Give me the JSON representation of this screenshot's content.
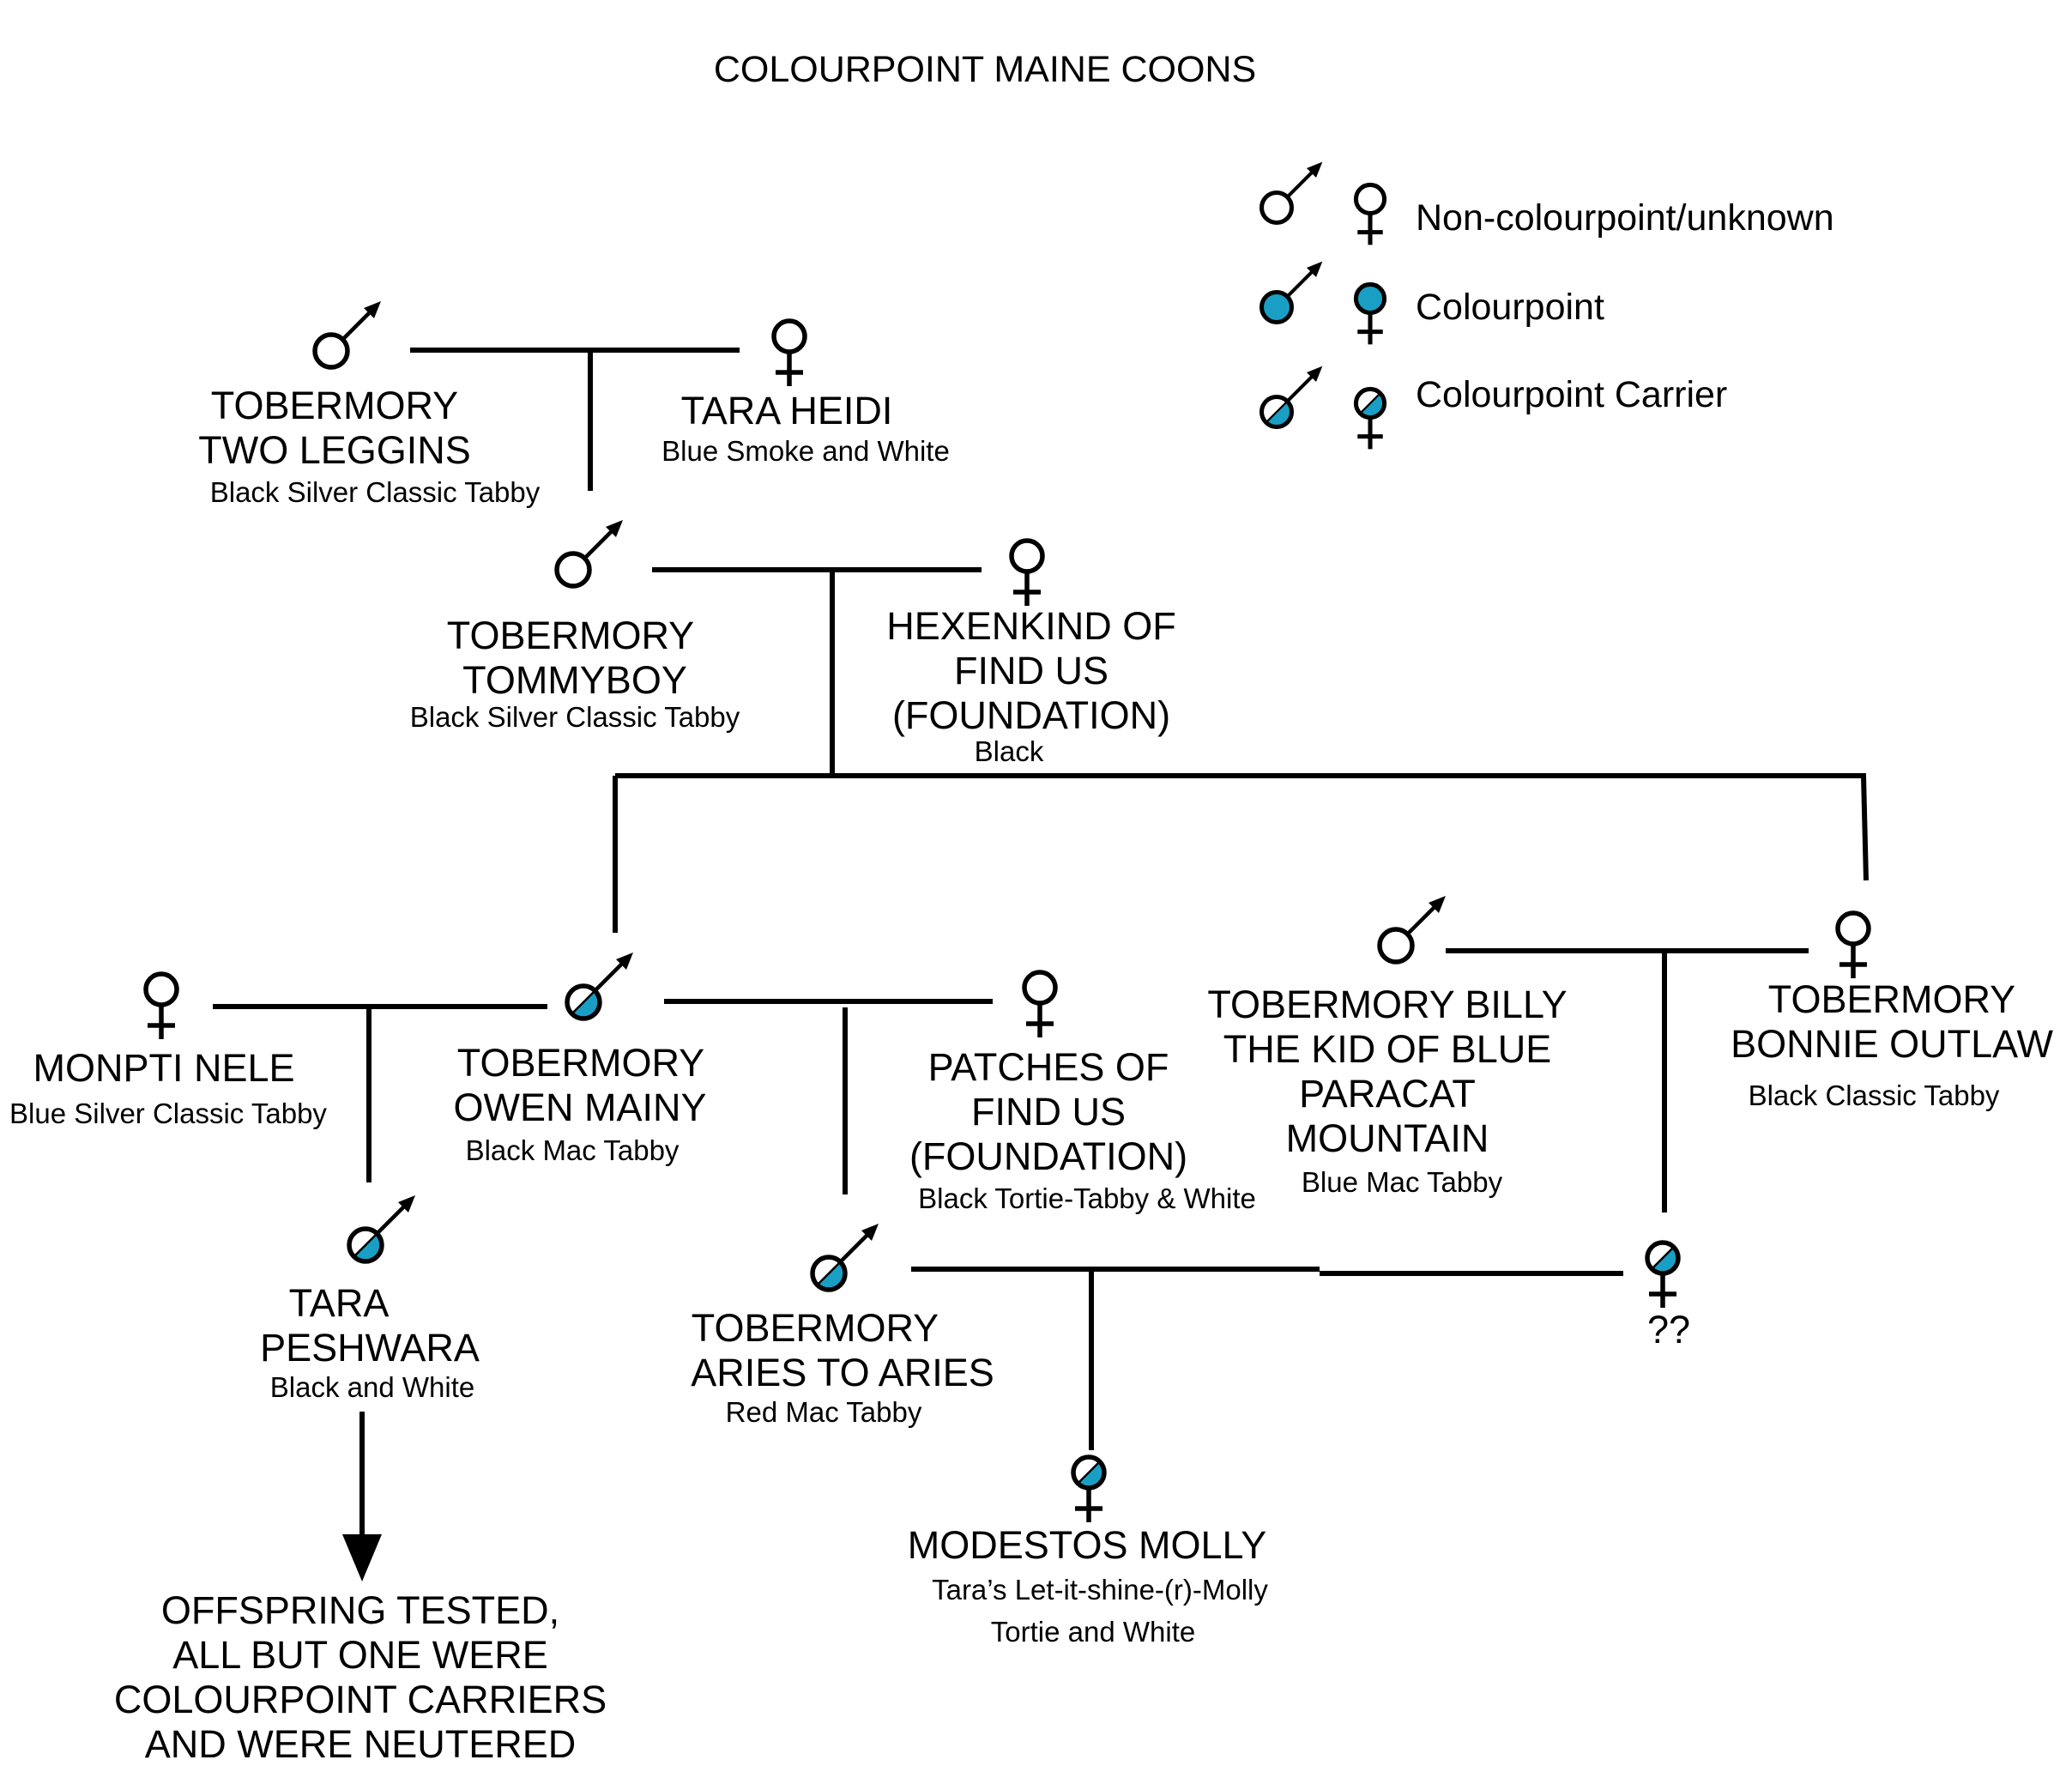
{
  "title": "COLOURPOINT MAINE COONS",
  "colors": {
    "colourpoint": "#1a9fc4",
    "line": "#000000",
    "background": "#ffffff"
  },
  "legend": {
    "non_colourpoint": "Non-colourpoint/unknown",
    "colourpoint": "Colourpoint",
    "carrier": "Colourpoint Carrier"
  },
  "cats": {
    "two_leggins": {
      "sex": "male",
      "status": "non-colourpoint",
      "name_lines": [
        "TOBERMORY",
        "TWO LEGGINS"
      ],
      "colour": "Black Silver Classic Tabby"
    },
    "tara_heidi": {
      "sex": "female",
      "status": "non-colourpoint",
      "name_lines": [
        "TARA HEIDI"
      ],
      "colour": "Blue Smoke and White"
    },
    "tommyboy": {
      "sex": "male",
      "status": "non-colourpoint",
      "name_lines": [
        "TOBERMORY",
        "TOMMYBOY"
      ],
      "colour": "Black Silver Classic Tabby"
    },
    "hexenkind": {
      "sex": "female",
      "status": "non-colourpoint",
      "name_lines": [
        "HEXENKIND OF",
        "FIND US",
        "(FOUNDATION)"
      ],
      "colour": "Black"
    },
    "monpti_nele": {
      "sex": "female",
      "status": "non-colourpoint",
      "name_lines": [
        "MONPTI NELE"
      ],
      "colour": "Blue Silver Classic Tabby"
    },
    "owen_mainy": {
      "sex": "male",
      "status": "carrier",
      "name_lines": [
        "TOBERMORY",
        "OWEN MAINY"
      ],
      "colour": "Black Mac Tabby"
    },
    "patches": {
      "sex": "female",
      "status": "non-colourpoint",
      "name_lines": [
        "PATCHES OF",
        "FIND US",
        "(FOUNDATION)"
      ],
      "colour": "Black Tortie-Tabby & White"
    },
    "billy_the_kid": {
      "sex": "male",
      "status": "non-colourpoint",
      "name_lines": [
        "TOBERMORY BILLY",
        "THE KID OF BLUE",
        "PARACAT",
        "MOUNTAIN"
      ],
      "colour": "Blue Mac Tabby"
    },
    "bonnie_outlaw": {
      "sex": "female",
      "status": "non-colourpoint",
      "name_lines": [
        "TOBERMORY",
        "BONNIE OUTLAW"
      ],
      "colour": "Black Classic Tabby"
    },
    "tara_peshwara": {
      "sex": "male",
      "status": "carrier",
      "name_lines": [
        "TARA",
        "PESHWARA"
      ],
      "colour": "Black and White"
    },
    "aries_to_aries": {
      "sex": "male",
      "status": "carrier",
      "name_lines": [
        "TOBERMORY",
        "ARIES TO ARIES"
      ],
      "colour": "Red Mac Tabby"
    },
    "unknown_female": {
      "sex": "female",
      "status": "carrier",
      "name_lines": [
        "??"
      ],
      "colour": ""
    },
    "modestos_molly": {
      "sex": "female",
      "status": "carrier",
      "name_lines": [
        "MODESTOS MOLLY"
      ],
      "colour_lines": [
        "Tara’s Let-it-shine-(r)-Molly",
        "Tortie and White"
      ]
    }
  },
  "offspring_note": [
    "OFFSPRING TESTED,",
    "ALL BUT ONE WERE",
    "COLOURPOINT CARRIERS",
    "AND WERE NEUTERED"
  ]
}
